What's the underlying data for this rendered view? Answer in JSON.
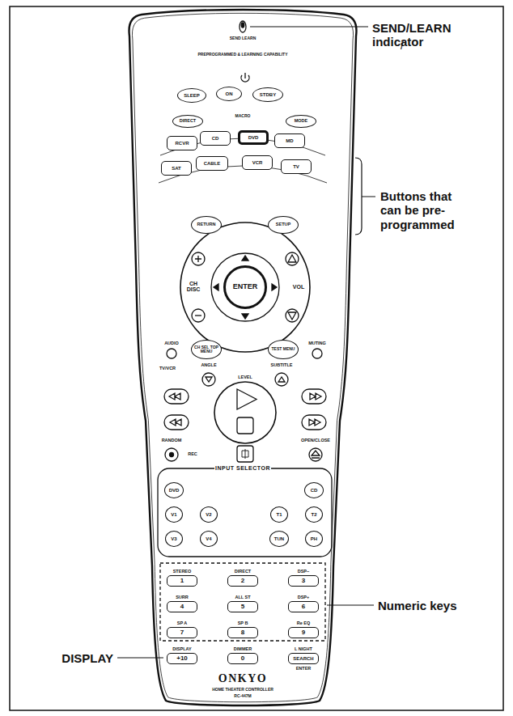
{
  "diagram": {
    "nodes": [
      {
        "text": [
          "SEND LEARN",
          "PREPROGRAMMED & LEARNING CAPABILITY",
          "MACRO",
          "INPUT SELECTOR",
          "ONKYO",
          "HOME THEATER CONTROLLER",
          "RC-447M"
        ]
      },
      {
        "text": [
          "SLEEP"
        ],
        "in": 0
      },
      {
        "text": [
          "ON"
        ],
        "in": 0
      },
      {
        "text": [
          "STDBY"
        ],
        "in": 0
      },
      {
        "text": [
          "DIRECT"
        ],
        "in": 0
      },
      {
        "text": [
          "MODE"
        ],
        "in": 0
      },
      {
        "text": [
          "RCVR"
        ],
        "in": 0
      },
      {
        "text": [
          "CD"
        ],
        "in": 0
      },
      {
        "text": [
          "DVD"
        ],
        "in": 0
      },
      {
        "text": [
          "MD"
        ],
        "in": 0
      },
      {
        "text": [
          "SAT"
        ],
        "in": 0
      },
      {
        "text": [
          "CABLE"
        ],
        "in": 0
      },
      {
        "text": [
          "VCR"
        ],
        "in": 0
      },
      {
        "text": [
          "TV"
        ],
        "in": 0
      },
      {
        "text": [
          "RETURN"
        ],
        "in": 0
      },
      {
        "text": [
          "SETUP"
        ],
        "in": 0
      },
      {
        "text": [
          "ENTER"
        ],
        "in": 0
      },
      {
        "text": [
          "CH SEL TOP MENU"
        ],
        "in": 0
      },
      {
        "text": [
          "TEST MENU"
        ],
        "in": 0
      },
      {
        "text": [
          "DVD"
        ],
        "in": 0
      },
      {
        "text": [
          "CD"
        ],
        "in": 0
      },
      {
        "text": [
          "V1"
        ],
        "in": 0
      },
      {
        "text": [
          "V2"
        ],
        "in": 0
      },
      {
        "text": [
          "T1"
        ],
        "in": 0
      },
      {
        "text": [
          "T2"
        ],
        "in": 0
      },
      {
        "text": [
          "V3"
        ],
        "in": 0
      },
      {
        "text": [
          "V4"
        ],
        "in": 0
      },
      {
        "text": [
          "TUN"
        ],
        "in": 0
      },
      {
        "text": [
          "PH"
        ],
        "in": 0
      },
      {
        "text": [
          "1"
        ],
        "in": 0
      },
      {
        "text": [
          "2"
        ],
        "in": 0
      },
      {
        "text": [
          "3"
        ],
        "in": 0
      },
      {
        "text": [
          "4"
        ],
        "in": 0
      },
      {
        "text": [
          "5"
        ],
        "in": 0
      },
      {
        "text": [
          "6"
        ],
        "in": 0
      },
      {
        "text": [
          "7"
        ],
        "in": 0
      },
      {
        "text": [
          "8"
        ],
        "in": 0
      },
      {
        "text": [
          "9"
        ],
        "in": 0
      },
      {
        "text": [
          "+10"
        ],
        "in": 0
      },
      {
        "text": [
          "0"
        ],
        "in": 0
      },
      {
        "text": [
          "SEARCH"
        ],
        "in": 0
      }
    ],
    "labels": [
      "SEND/LEARN indicator",
      "/",
      "Buttons that can be pre-programmed",
      "Numeric keys",
      "DISPLAY",
      "CH DISC",
      "VOL",
      "AUDIO",
      "MUTING",
      "TV/VCR",
      "ANGLE",
      "LEVEL",
      "SUBTITLE",
      "RANDOM",
      "REC",
      "OPEN/CLOSE",
      "STEREO",
      "DIRECT",
      "DSP−",
      "SURR",
      "ALL ST",
      "DSP+",
      "SP A",
      "SP B",
      "Re EQ",
      "DISPLAY",
      "DIMMER",
      "L NIGHT",
      "ENTER"
    ]
  }
}
